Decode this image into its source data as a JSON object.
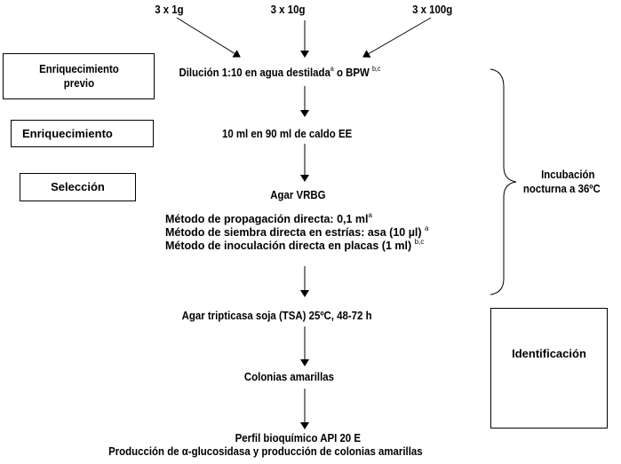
{
  "inputs": [
    {
      "label": "3 x 1g"
    },
    {
      "label": "3 x 10g"
    },
    {
      "label": "3 x 100g"
    }
  ],
  "stage_boxes": [
    {
      "line1": "Enriquecimiento",
      "line2": "previo"
    },
    {
      "line1": "Enriquecimiento"
    },
    {
      "line1": "Selección"
    },
    {
      "line1": "Identificación"
    }
  ],
  "steps": {
    "dilution": {
      "text": "Dilución 1:10 en agua destilada",
      "sup1": "a",
      "mid": " o BPW ",
      "sup2": "b,c"
    },
    "enrichment": {
      "text": "10 ml en 90 ml de caldo EE"
    },
    "selection": {
      "text": "Agar VRBG"
    },
    "methods": [
      {
        "text": "Método de propagación directa: 0,1 ml",
        "sup": "a"
      },
      {
        "text": "Método de siembra directa en estrías: asa (10 µl) ",
        "sup": "a"
      },
      {
        "text": "Método de inoculación directa en placas (1 ml) ",
        "sup": "b,c"
      }
    ],
    "tsa": {
      "text": "Agar tripticasa soja (TSA) 25ºC, 48-72 h"
    },
    "colonies": {
      "text": "Colonias amarillas"
    },
    "profile": {
      "line1": "Perfil bioquímico API 20 E",
      "line2": "Producción de α-glucosidasa y producción de colonias amarillas"
    }
  },
  "incubation": {
    "line1": "Incubación",
    "line2": "nocturna a 36ºC"
  }
}
